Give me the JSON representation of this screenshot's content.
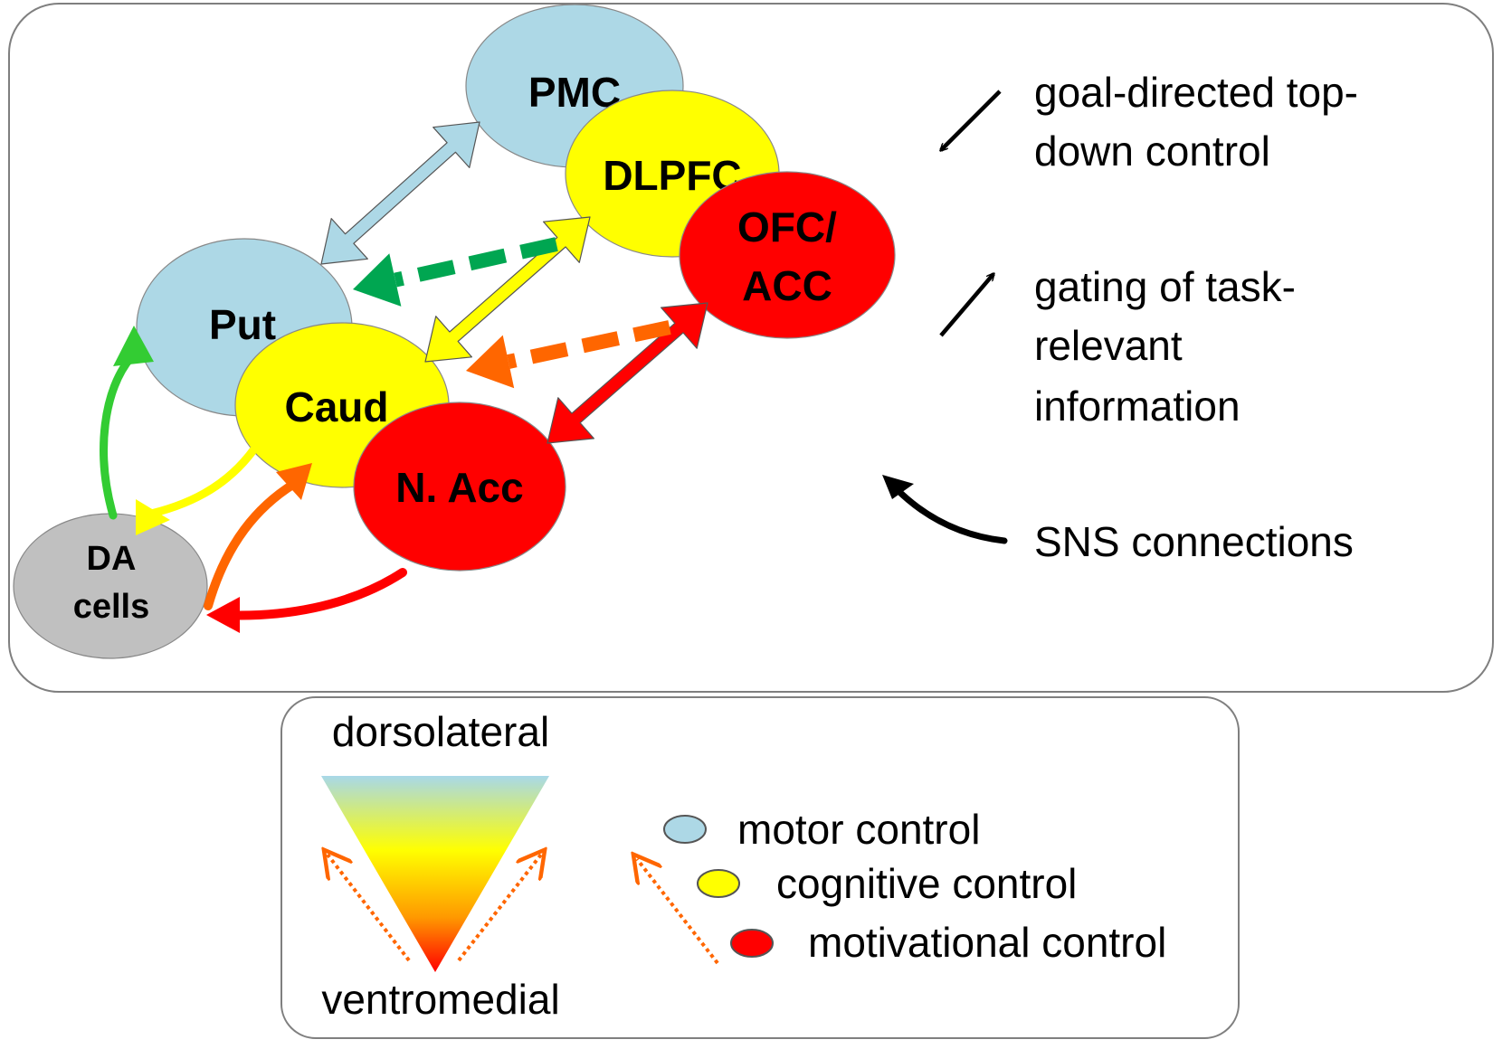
{
  "nodes": {
    "pmc": {
      "label": "PMC",
      "color": "#add8e6"
    },
    "dlpfc": {
      "label": "DLPFC",
      "color": "#ffff00"
    },
    "ofc_acc": {
      "line1": "OFC/",
      "line2": "ACC",
      "color": "#ff0000"
    },
    "put": {
      "label": "Put",
      "color": "#add8e6"
    },
    "caud": {
      "label": "Caud",
      "color": "#ffff00"
    },
    "nacc": {
      "label": "N. Acc",
      "color": "#ff0000"
    },
    "da_cells": {
      "line1": "DA",
      "line2": "cells",
      "color": "#c0c0c0"
    }
  },
  "arrow_colors": {
    "light_blue": "#add8e6",
    "green_dashed": "#00a651",
    "yellow": "#ffff00",
    "orange": "#ff6600",
    "red": "#ff0000",
    "green": "#33cc33"
  },
  "key": {
    "goal_directed": {
      "line1": "goal-directed top-",
      "line2": "down control"
    },
    "gating": {
      "line1": "gating of task-",
      "line2": "relevant",
      "line3": "information"
    },
    "sns": {
      "label": "SNS connections"
    }
  },
  "legend": {
    "top_label": "dorsolateral",
    "bottom_label": "ventromedial",
    "items": [
      {
        "label": "motor control",
        "color": "#add8e6"
      },
      {
        "label": "cognitive control",
        "color": "#ffff00"
      },
      {
        "label": "motivational control",
        "color": "#ff0000"
      }
    ]
  }
}
